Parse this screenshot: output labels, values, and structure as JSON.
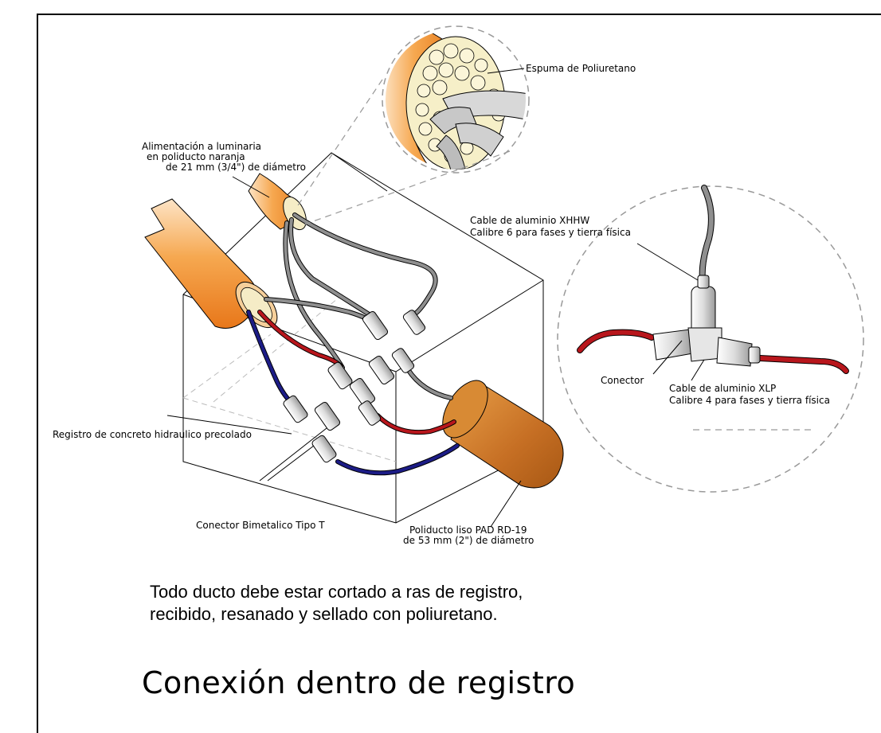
{
  "labels": {
    "foam": "Espuma de Poliuretano",
    "feed_line1": "Alimentación a luminaria",
    "feed_line2": "en poliducto naranja",
    "feed_line3": "de 21 mm (3/4\") de diámetro",
    "xhhw_line1": "Cable de aluminio XHHW",
    "xhhw_line2": "Calibre 6 para fases y tierra física",
    "connector": "Conector",
    "xlp_line1": "Cable de aluminio XLP",
    "xlp_line2": "Calibre 4 para fases y tierra física",
    "registro": "Registro de concreto hidraulico precolado",
    "bimetal": "Conector Bimetalico Tipo T",
    "pad_line1": "Poliducto liso PAD RD-19",
    "pad_line2": "de 53 mm (2\") de diámetro"
  },
  "note": {
    "line1": "Todo ducto debe estar cortado a ras de registro,",
    "line2": "recibido, resanado y sellado con poliuretano."
  },
  "title": "Conexión dentro de registro",
  "colors": {
    "orange": "#f39a3c",
    "cable_gray": "#8f8f8f",
    "cable_red": "#b8161c",
    "cable_blue": "#1c1c86",
    "foam": "#f6efc8",
    "brown_duct": "#c9752a"
  }
}
